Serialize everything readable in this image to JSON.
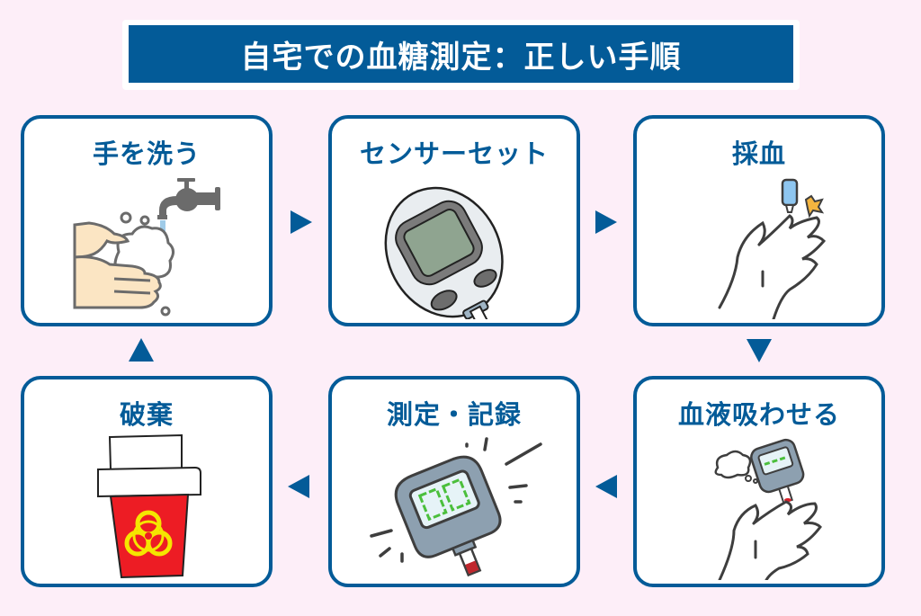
{
  "title": "自宅での血糖測定：正しい手順",
  "colors": {
    "primary": "#035b98",
    "background": "#fdeef8",
    "card": "#ffffff"
  },
  "steps": [
    {
      "label": "手を洗う",
      "icon": "hand-washing-icon"
    },
    {
      "label": "センサーセット",
      "icon": "glucose-meter-icon"
    },
    {
      "label": "採血",
      "icon": "lancet-finger-icon"
    },
    {
      "label": "血液吸わせる",
      "icon": "blood-on-strip-icon"
    },
    {
      "label": "測定・記録",
      "icon": "meter-reading-icon"
    },
    {
      "label": "破棄",
      "icon": "biohazard-bin-icon"
    }
  ],
  "flow_arrows": [
    "right",
    "right",
    "down",
    "left",
    "left",
    "up"
  ]
}
